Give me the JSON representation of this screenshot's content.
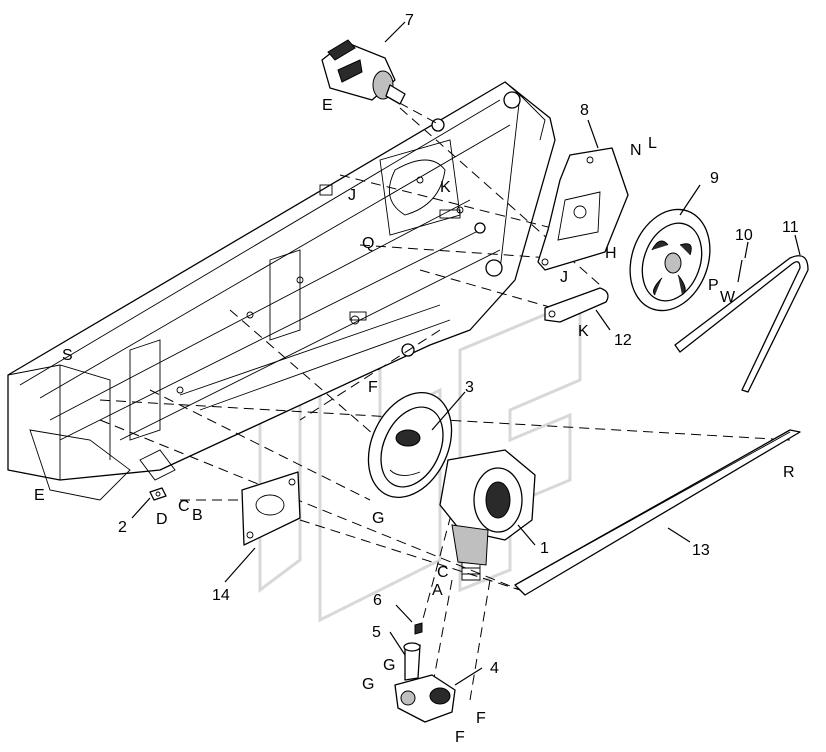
{
  "callouts": {
    "c1": "1",
    "c2": "2",
    "c3": "3",
    "c4": "4",
    "c5": "5",
    "c6": "6",
    "c7": "7",
    "c8": "8",
    "c9": "9",
    "c10": "10",
    "c11": "11",
    "c12": "12",
    "c13": "13",
    "c14": "14"
  },
  "letters": {
    "e_motor": "E",
    "n": "N",
    "l": "L",
    "j_mid": "J",
    "k_mid": "K",
    "q": "Q",
    "j_bracket": "J",
    "h": "H",
    "p": "P",
    "w": "W",
    "k_bracket": "K",
    "s": "S",
    "f_frame": "F",
    "e_left": "E",
    "d": "D",
    "c_left": "C",
    "b": "B",
    "g_pulley": "G",
    "r": "R",
    "c_gear": "C",
    "a": "A",
    "g_shaft": "G",
    "g_yoke": "G",
    "f_yoke1": "F",
    "f_yoke2": "F"
  }
}
